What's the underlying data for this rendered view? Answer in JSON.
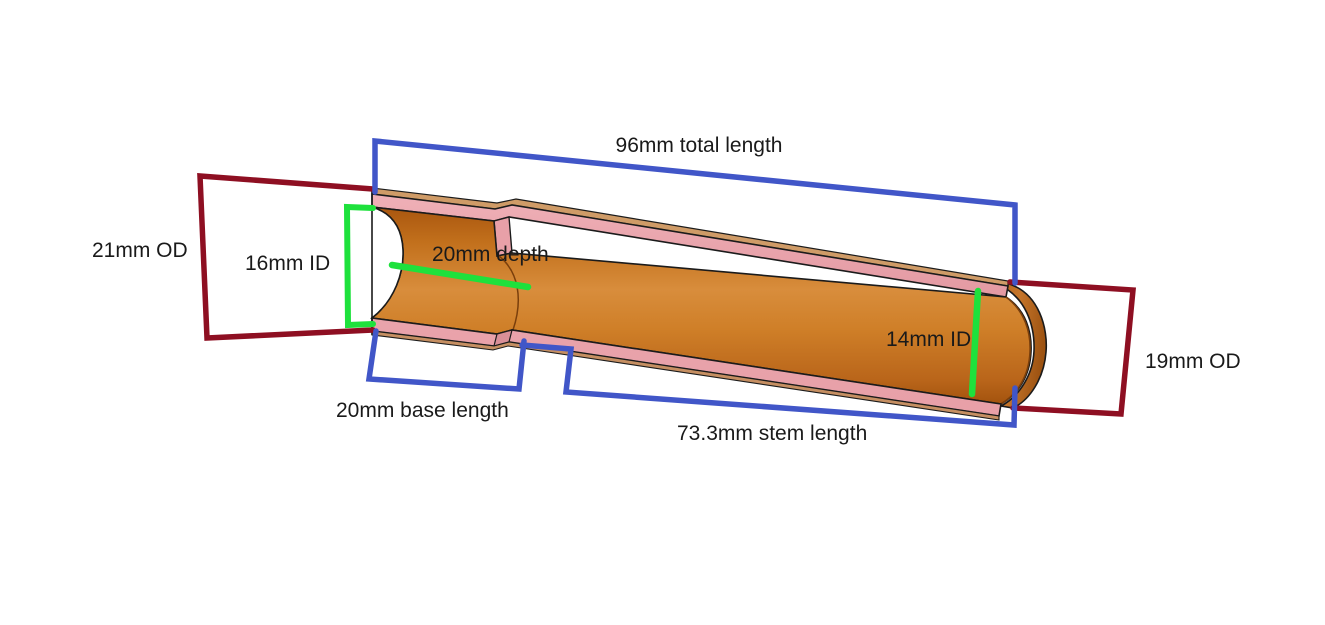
{
  "diagram": {
    "title": "Sectioned pipe fitting dimension callouts",
    "background_color": "#ffffff",
    "colors": {
      "pipe_wall": "#e9a3ab",
      "pipe_wall_shadow": "#d98f98",
      "bore_orange": "#c8701a",
      "bore_orange_light": "#d9883a",
      "bore_orange_dark": "#a9560f",
      "end_cap": "#b4651a",
      "outline": "#1b1b1b",
      "bracket_blue": "#4156c8",
      "bracket_darkred": "#8e0f22",
      "bracket_green": "#1ee13c",
      "label_text": "#1a1a1a"
    },
    "labels": {
      "total_length": "96mm total length",
      "base_length": "20mm base length",
      "stem_length": "73.3mm stem length",
      "depth": "20mm depth",
      "id_left": "16mm ID",
      "id_right": "14mm ID",
      "od_left": "21mm OD",
      "od_right": "19mm OD"
    },
    "measurements": [
      {
        "name": "total-length",
        "value": 96,
        "unit": "mm",
        "kind": "length",
        "bracket_color": "#4156c8"
      },
      {
        "name": "base-length",
        "value": 20,
        "unit": "mm",
        "kind": "length",
        "bracket_color": "#4156c8"
      },
      {
        "name": "stem-length",
        "value": 73.3,
        "unit": "mm",
        "kind": "length",
        "bracket_color": "#4156c8"
      },
      {
        "name": "depth",
        "value": 20,
        "unit": "mm",
        "kind": "depth",
        "bracket_color": "#1ee13c"
      },
      {
        "name": "inner-diameter-left",
        "value": 16,
        "unit": "mm",
        "kind": "inner-diameter",
        "bracket_color": "#1ee13c"
      },
      {
        "name": "inner-diameter-right",
        "value": 14,
        "unit": "mm",
        "kind": "inner-diameter",
        "bracket_color": "#1ee13c"
      },
      {
        "name": "outer-diameter-left",
        "value": 21,
        "unit": "mm",
        "kind": "outer-diameter",
        "bracket_color": "#8e0f22"
      },
      {
        "name": "outer-diameter-right",
        "value": 19,
        "unit": "mm",
        "kind": "outer-diameter",
        "bracket_color": "#8e0f22"
      }
    ]
  }
}
